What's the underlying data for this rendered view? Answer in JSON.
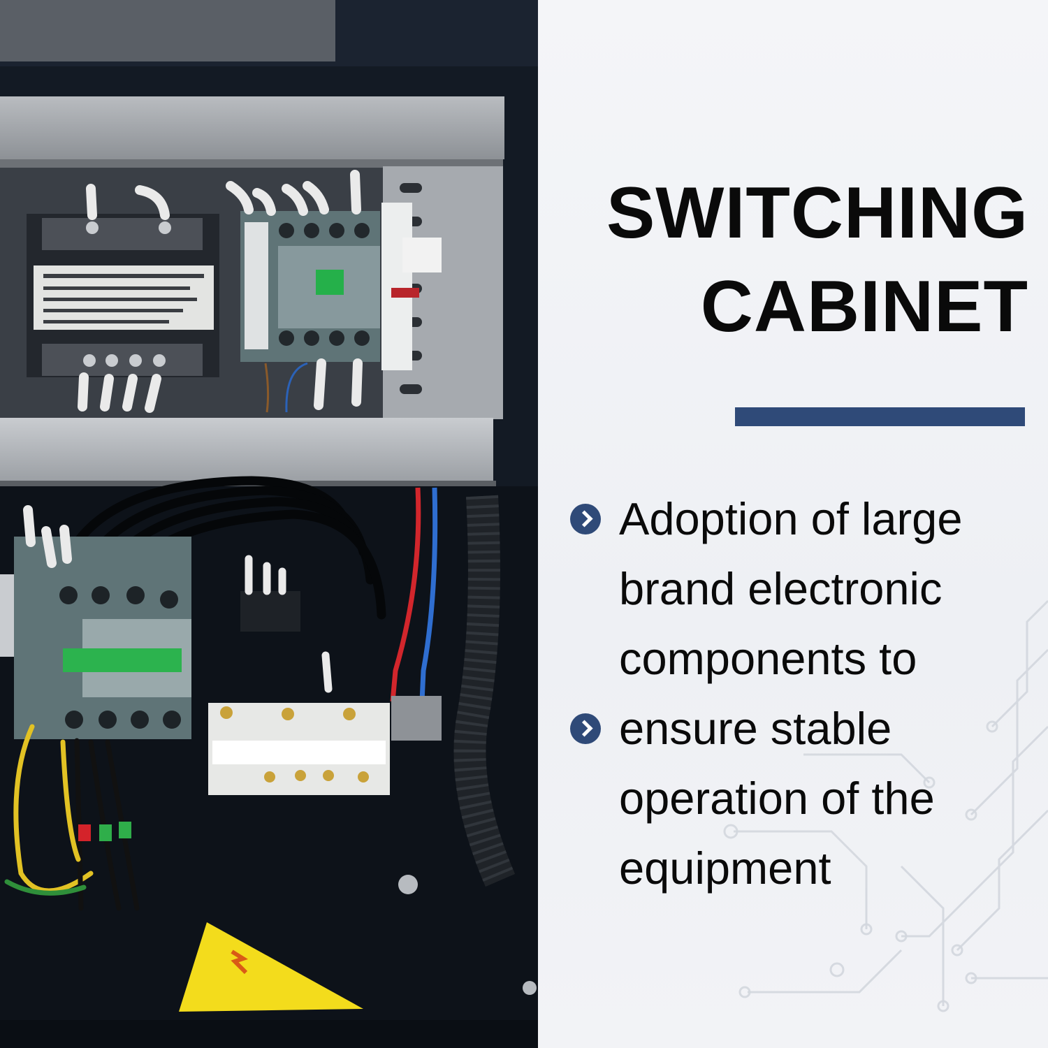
{
  "title": {
    "line1": "SWITCHING",
    "line2": "CABINET"
  },
  "bullets": [
    {
      "icon": "chevron-right-circle-icon",
      "lines": [
        "Adoption of large",
        "brand electronic",
        "components to"
      ]
    },
    {
      "icon": "chevron-right-circle-icon",
      "lines": [
        "ensure stable",
        "operation of the",
        "equipment"
      ]
    }
  ],
  "colors": {
    "accent": "#2f4a78",
    "text": "#0a0a0a",
    "panel_background": "#f2f3f6"
  }
}
